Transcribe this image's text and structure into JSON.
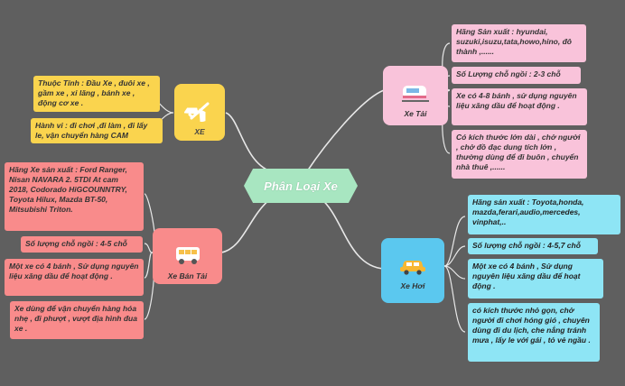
{
  "center": {
    "label": "Phân Loại Xe"
  },
  "branches": {
    "xe": {
      "label": "XE",
      "icon": "airplane-icon"
    },
    "xe_tai": {
      "label": "Xe Tải",
      "icon": "train-icon"
    },
    "xe_ban_tai": {
      "label": "Xe Bán Tải",
      "icon": "bus-icon"
    },
    "xe_hoi": {
      "label": "Xe Hơi",
      "icon": "car-icon"
    }
  },
  "xe": {
    "leaf1": "Thuộc Tính : Đầu Xe , đuôi xe , gầm xe , xi lăng , bánh xe , động cơ xe .",
    "leaf2": "Hành vi : đi chơi ,đi làm , đi lấy le, vận chuyển hàng CAM"
  },
  "xe_tai": {
    "leaf1": "Hãng Sản xuất : hyundai, suzuki,isuzu,tata,howo,hino, đô thành ,......",
    "leaf2": "Số Lượng chỗ ngồi : 2-3 chỗ",
    "leaf3": "Xe có 4-8 bánh , sử dụng nguyên liệu xăng dầu để hoạt động .",
    "leaf4": "Có kích thước lớn dài , chở người , chở đồ đạc  dung tích lớn , thường dùng để  đi buôn  ,  chuyển nhà thuê ,......"
  },
  "xe_ban_tai": {
    "leaf1": "Hãng Xe sản xuất : Ford Ranger, Nisan NAVARA 2. 5TDI At cam 2018, Codorado HiGCOUNNTRY, Toyota Hilux, Mazda BT-50, Mitsubishi Triton.",
    "leaf2": "Số lượng chỗ ngồi : 4-5 chỗ",
    "leaf3": "Một xe  có  4 bánh  , Sử dụng nguyên liệu xăng dầu để  hoạt động  .",
    "leaf4": "Xe dùng để vận chuyển hàng hóa nhẹ  , đi phượt , vượt địa hình đua  xe ."
  },
  "xe_hoi": {
    "leaf1": "Hãng sản xuất : Toyota,honda, mazda,ferari,audio,mercedes, vinphat,..",
    "leaf2": "Số lượng chỗ ngồi : 4-5,7 chỗ",
    "leaf3": "Một xe  có  4 bánh  , Sử dụng nguyên liệu xăng dầu để  hoạt động  .",
    "leaf4": "có kích thước nhỏ gọn, chở người đi chơi  hóng gió , chuyên dùng đi  du lịch, che nắng tránh mưa , lấy le với gái , tỏ vẻ ngầu ."
  },
  "colors": {
    "background": "#5f5f5f",
    "center": "#a8e6c1",
    "xe": "#fad44e",
    "xe_tai": "#f9c3da",
    "xe_ban_tai": "#f98b8b",
    "xe_hoi": "#8ee5f5"
  }
}
